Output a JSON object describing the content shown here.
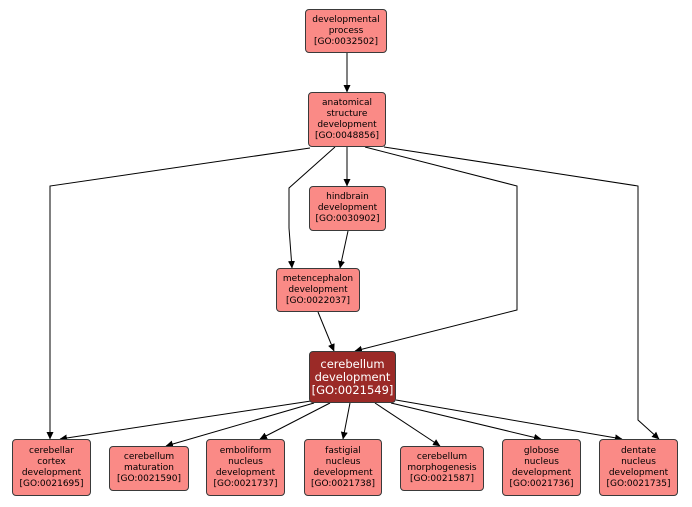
{
  "nodes": {
    "developmental_process": {
      "lines": [
        "developmental",
        "process",
        "[GO:0032502]"
      ]
    },
    "anatomical_structure_development": {
      "lines": [
        "anatomical",
        "structure",
        "development",
        "[GO:0048856]"
      ]
    },
    "hindbrain_development": {
      "lines": [
        "hindbrain",
        "development",
        "[GO:0030902]"
      ]
    },
    "metencephalon_development": {
      "lines": [
        "metencephalon",
        "development",
        "[GO:0022037]"
      ]
    },
    "cerebellum_development": {
      "lines": [
        "cerebellum",
        "development",
        "[GO:0021549]"
      ]
    },
    "cerebellar_cortex_development": {
      "lines": [
        "cerebellar",
        "cortex",
        "development",
        "[GO:0021695]"
      ]
    },
    "cerebellum_maturation": {
      "lines": [
        "cerebellum",
        "maturation",
        "[GO:0021590]"
      ]
    },
    "emboliform_nucleus_development": {
      "lines": [
        "emboliform",
        "nucleus",
        "development",
        "[GO:0021737]"
      ]
    },
    "fastigial_nucleus_development": {
      "lines": [
        "fastigial",
        "nucleus",
        "development",
        "[GO:0021738]"
      ]
    },
    "cerebellum_morphogenesis": {
      "lines": [
        "cerebellum",
        "morphogenesis",
        "[GO:0021587]"
      ]
    },
    "globose_nucleus_development": {
      "lines": [
        "globose",
        "nucleus",
        "development",
        "[GO:0021736]"
      ]
    },
    "dentate_nucleus_development": {
      "lines": [
        "dentate",
        "nucleus",
        "development",
        "[GO:0021735]"
      ]
    }
  },
  "edges": [
    {
      "from": "developmental_process",
      "to": "anatomical_structure_development"
    },
    {
      "from": "anatomical_structure_development",
      "to": "hindbrain_development"
    },
    {
      "from": "anatomical_structure_development",
      "to": "metencephalon_development"
    },
    {
      "from": "anatomical_structure_development",
      "to": "cerebellum_development"
    },
    {
      "from": "anatomical_structure_development",
      "to": "cerebellar_cortex_development"
    },
    {
      "from": "anatomical_structure_development",
      "to": "dentate_nucleus_development"
    },
    {
      "from": "hindbrain_development",
      "to": "metencephalon_development"
    },
    {
      "from": "metencephalon_development",
      "to": "cerebellum_development"
    },
    {
      "from": "cerebellum_development",
      "to": "cerebellar_cortex_development"
    },
    {
      "from": "cerebellum_development",
      "to": "cerebellum_maturation"
    },
    {
      "from": "cerebellum_development",
      "to": "emboliform_nucleus_development"
    },
    {
      "from": "cerebellum_development",
      "to": "fastigial_nucleus_development"
    },
    {
      "from": "cerebellum_development",
      "to": "cerebellum_morphogenesis"
    },
    {
      "from": "cerebellum_development",
      "to": "globose_nucleus_development"
    },
    {
      "from": "cerebellum_development",
      "to": "dentate_nucleus_development"
    }
  ],
  "colors": {
    "node_fill": "#fa8a86",
    "focus_fill": "#9b2a27",
    "edge": "#000000"
  }
}
